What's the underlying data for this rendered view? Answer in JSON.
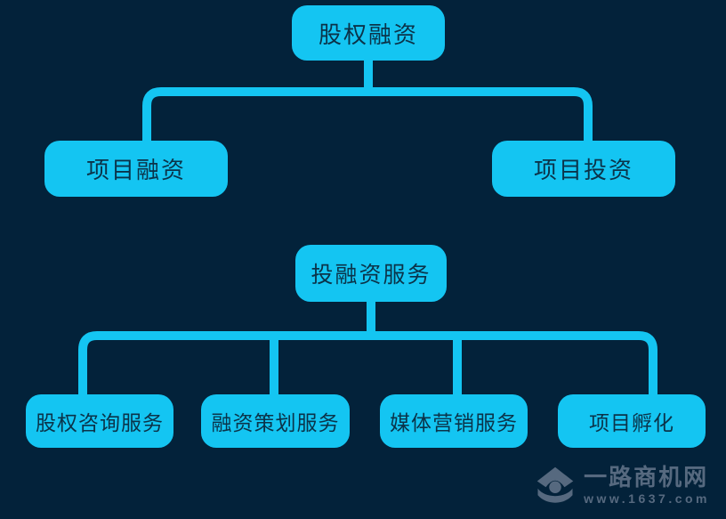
{
  "canvas": {
    "background_color": "#03223A",
    "accent_color": "#14C5F2",
    "node_text_color": "#0B3349",
    "watermark_color": "#56697F"
  },
  "diagram": {
    "type": "org-chart",
    "trees": [
      {
        "root": "股权融资",
        "children": [
          "项目融资",
          "项目投资"
        ]
      },
      {
        "root": "投融资服务",
        "children": [
          "股权咨询服务",
          "融资策划服务",
          "媒体营销服务",
          "项目孵化"
        ]
      }
    ]
  },
  "tree1": {
    "root": "股权融资",
    "children": [
      "项目融资",
      "项目投资"
    ]
  },
  "tree2": {
    "root": "投融资服务",
    "children": [
      "股权咨询服务",
      "融资策划服务",
      "媒体营销服务",
      "项目孵化"
    ]
  },
  "watermark": {
    "name": "一路商机网",
    "url": "www.1637.com"
  }
}
